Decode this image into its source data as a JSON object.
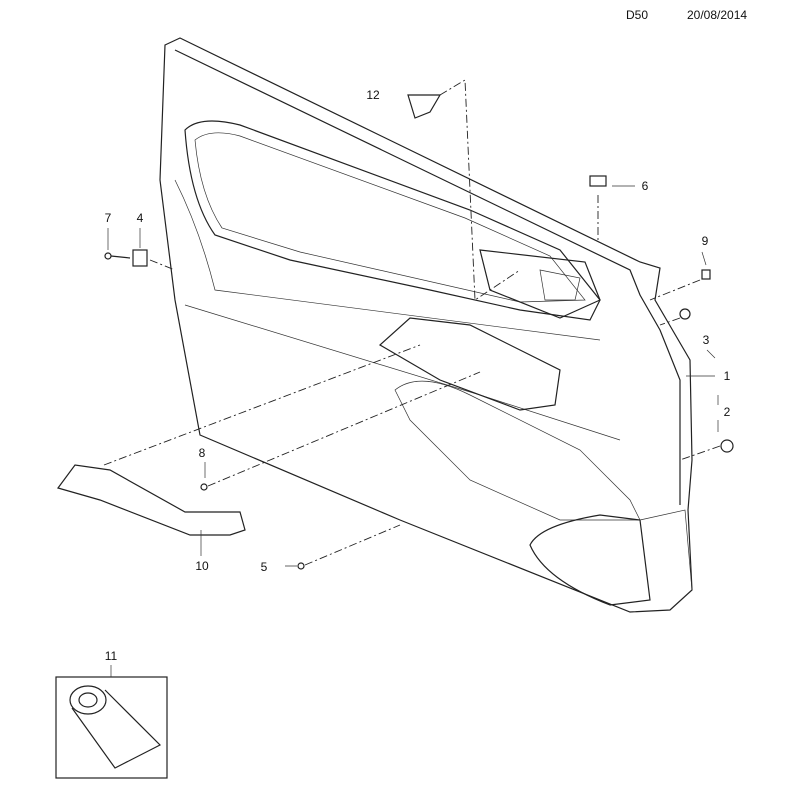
{
  "header": {
    "code": "D50",
    "date": "20/08/2014"
  },
  "callouts": [
    "1",
    "2",
    "3",
    "4",
    "5",
    "6",
    "7",
    "8",
    "9",
    "10",
    "11",
    "12"
  ]
}
